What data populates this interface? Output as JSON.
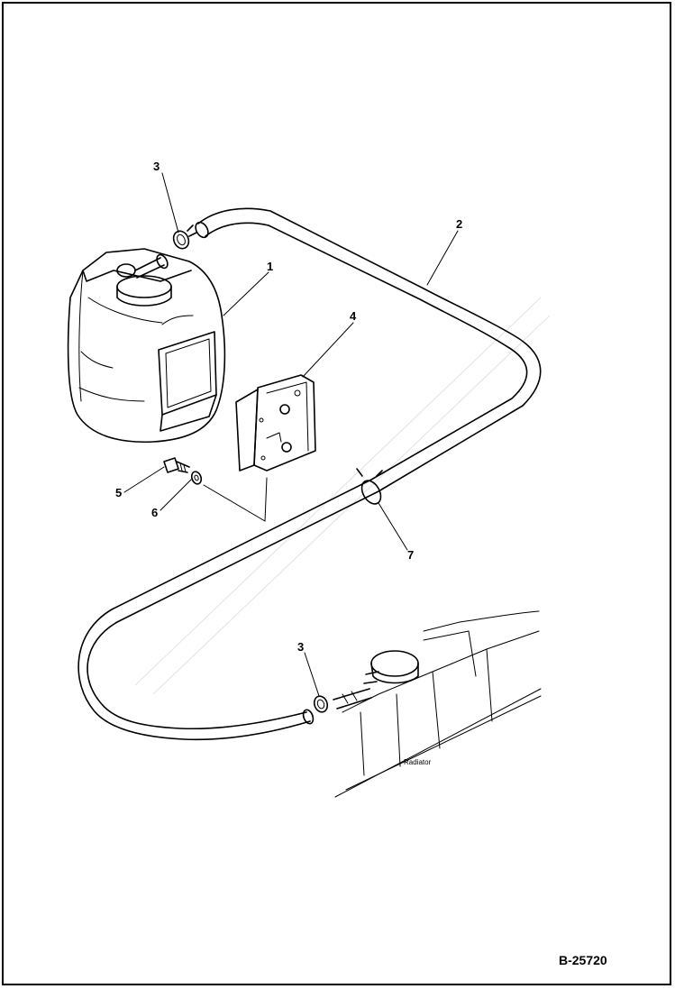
{
  "callouts": {
    "c1": "1",
    "c2": "2",
    "c3a": "3",
    "c3b": "3",
    "c4": "4",
    "c5": "5",
    "c6": "6",
    "c7": "7"
  },
  "labels": {
    "radiator": "Radiator"
  },
  "drawing_number": "B-25720",
  "colors": {
    "line": "#000000",
    "background": "#ffffff"
  }
}
